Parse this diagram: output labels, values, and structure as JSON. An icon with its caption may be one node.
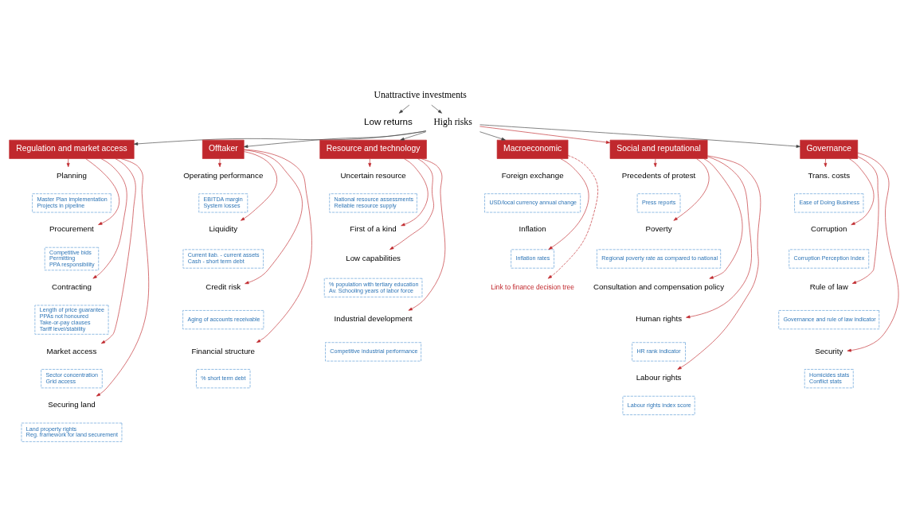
{
  "diagram": {
    "nodes": [
      {
        "text": [
          "Unattractive investments"
        ]
      },
      {
        "text": [
          "Low returns"
        ]
      },
      {
        "text": [
          "High risks"
        ]
      },
      {
        "text": [
          "Regulation and market access"
        ]
      },
      {
        "text": [
          "Offtaker"
        ]
      },
      {
        "text": [
          "Resource and technology"
        ]
      },
      {
        "text": [
          "Macroeconomic"
        ]
      },
      {
        "text": [
          "Social and reputational"
        ]
      },
      {
        "text": [
          "Governance"
        ]
      },
      {
        "text": [
          "Planning"
        ]
      },
      {
        "text": [
          "Master Plan implementation",
          "Projects in pipeline"
        ]
      },
      {
        "text": [
          "Procurement"
        ]
      },
      {
        "text": [
          "Competitive bids",
          "Permitting",
          "PPA responsibility"
        ]
      },
      {
        "text": [
          "Contracting"
        ]
      },
      {
        "text": [
          "Length of price guarantee",
          "PPAs not honoured",
          "Take-or-pay clauses",
          "Tariff level/stability"
        ]
      },
      {
        "text": [
          "Market access"
        ]
      },
      {
        "text": [
          "Sector concentration",
          "Grid access"
        ]
      },
      {
        "text": [
          "Securing land"
        ]
      },
      {
        "text": [
          "Land property rights",
          "Reg. framework for land securement"
        ]
      },
      {
        "text": [
          "Operating performance"
        ]
      },
      {
        "text": [
          "EBITDA margin",
          "System losses"
        ]
      },
      {
        "text": [
          "Liquidity"
        ]
      },
      {
        "text": [
          "Current liab. - current assets",
          "Cash - short term debt"
        ]
      },
      {
        "text": [
          "Credit risk"
        ]
      },
      {
        "text": [
          "Aging of accounts receivable"
        ]
      },
      {
        "text": [
          "Financial structure"
        ]
      },
      {
        "text": [
          "% short term debt"
        ]
      },
      {
        "text": [
          "Uncertain resource"
        ]
      },
      {
        "text": [
          "National resource assessments",
          "Reliable resource supply"
        ]
      },
      {
        "text": [
          "First of a kind"
        ]
      },
      {
        "text": [
          "Low capabilities"
        ]
      },
      {
        "text": [
          "% population with tertiary education",
          "Av. Schooling years of labor force"
        ]
      },
      {
        "text": [
          "Industrial development"
        ]
      },
      {
        "text": [
          "Competitive industrial performance"
        ]
      },
      {
        "text": [
          "Foreign exchange"
        ]
      },
      {
        "text": [
          "USD/local currency annual change"
        ]
      },
      {
        "text": [
          "Inflation"
        ]
      },
      {
        "text": [
          "Inflation rates"
        ]
      },
      {
        "text": [
          "Link to finance decision tree"
        ]
      },
      {
        "text": [
          "Precedents of protest"
        ]
      },
      {
        "text": [
          "Press reports"
        ]
      },
      {
        "text": [
          "Poverty"
        ]
      },
      {
        "text": [
          "Regional poverty rate as compared to national"
        ]
      },
      {
        "text": [
          "Consultation and compensation policy"
        ]
      },
      {
        "text": [
          "Human rights"
        ]
      },
      {
        "text": [
          "HR rank indicator"
        ]
      },
      {
        "text": [
          "Labour rights"
        ]
      },
      {
        "text": [
          "Labour rights index score"
        ]
      },
      {
        "text": [
          "Trans. costs"
        ]
      },
      {
        "text": [
          "Ease of Doing Business"
        ]
      },
      {
        "text": [
          "Corruption"
        ]
      },
      {
        "text": [
          "Corruption Perception Index"
        ]
      },
      {
        "text": [
          "Rule of law"
        ]
      },
      {
        "text": [
          "Governance and rule of law indicator"
        ]
      },
      {
        "text": [
          "Security"
        ]
      },
      {
        "text": [
          "Homicides stats",
          "Conflict stats"
        ]
      }
    ],
    "edges": [
      {
        "from": 0,
        "to": 1,
        "arrow": "to",
        "color": "#404040"
      },
      {
        "from": 0,
        "to": 2,
        "arrow": "to",
        "color": "#404040"
      },
      {
        "from": 2,
        "to": 3,
        "arrow": "to",
        "color": "#404040"
      },
      {
        "from": 2,
        "to": 4,
        "arrow": "to",
        "color": "#404040"
      },
      {
        "from": 2,
        "to": 5,
        "arrow": "to",
        "color": "#404040"
      },
      {
        "from": 2,
        "to": 6,
        "arrow": "to",
        "color": "#404040"
      },
      {
        "from": 2,
        "to": 7,
        "arrow": "to"
      },
      {
        "from": 2,
        "to": 8,
        "arrow": "to",
        "color": "#404040"
      },
      {
        "from": 3,
        "to": 9,
        "arrow": "to"
      },
      {
        "from": 3,
        "to": 11,
        "arrow": "to"
      },
      {
        "from": 3,
        "to": 13,
        "arrow": "to"
      },
      {
        "from": 3,
        "to": 15,
        "arrow": "to"
      },
      {
        "from": 3,
        "to": 17,
        "arrow": "to"
      },
      {
        "from": 4,
        "to": 19,
        "arrow": "to"
      },
      {
        "from": 4,
        "to": 21,
        "arrow": "to"
      },
      {
        "from": 4,
        "to": 23,
        "arrow": "to"
      },
      {
        "from": 4,
        "to": 25,
        "arrow": "to"
      },
      {
        "from": 5,
        "to": 27,
        "arrow": "to"
      },
      {
        "from": 5,
        "to": 29,
        "arrow": "to"
      },
      {
        "from": 5,
        "to": 30,
        "arrow": "to"
      },
      {
        "from": 5,
        "to": 32,
        "arrow": "to"
      },
      {
        "from": 6,
        "to": 37,
        "arrow": "to"
      },
      {
        "from": 6,
        "to": 38,
        "arrow": "to",
        "style": "dashed"
      },
      {
        "from": 7,
        "to": 39,
        "arrow": "to"
      },
      {
        "from": 7,
        "to": 41,
        "arrow": "to"
      },
      {
        "from": 7,
        "to": 43,
        "arrow": "to"
      },
      {
        "from": 7,
        "to": 44,
        "arrow": "to"
      },
      {
        "from": 7,
        "to": 46,
        "arrow": "to"
      },
      {
        "from": 8,
        "to": 48,
        "arrow": "to"
      },
      {
        "from": 8,
        "to": 50,
        "arrow": "to"
      },
      {
        "from": 8,
        "to": 52,
        "arrow": "to"
      },
      {
        "from": 8,
        "to": 54,
        "arrow": "to"
      }
    ]
  }
}
